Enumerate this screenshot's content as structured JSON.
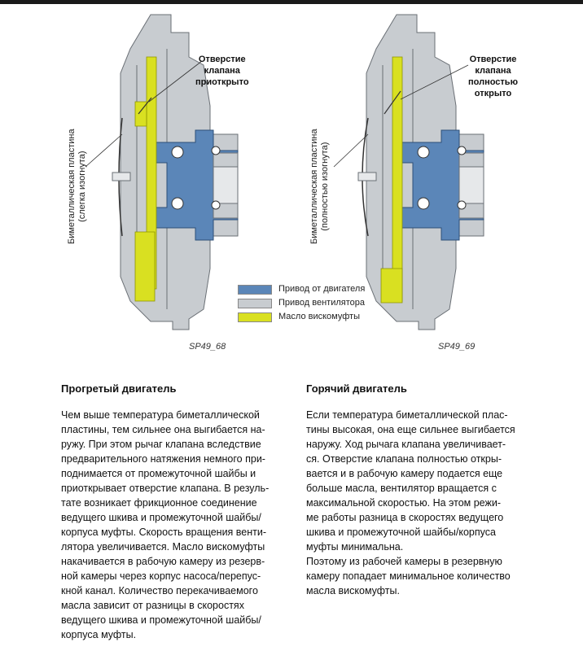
{
  "diagrams": {
    "left": {
      "side_label_line1": "Биметаллическая пластина",
      "side_label_line2": "(слегка изогнута)",
      "callout_lines": [
        "Отверстие",
        "клапана",
        "приоткрыто"
      ],
      "figure_id": "SP49_68"
    },
    "right": {
      "side_label_line1": "Биметаллическая пластина",
      "side_label_line2": "(полностью изогнута)",
      "callout_lines": [
        "Отверстие",
        "клапана",
        "полностью",
        "открыто"
      ],
      "figure_id": "SP49_69"
    },
    "legend": [
      {
        "label": "Привод от двигателя",
        "color": "#5b86b8"
      },
      {
        "label": "Привод вентилятора",
        "color": "#c8ccd0"
      },
      {
        "label": "Масло вискомуфты",
        "color": "#d9e021"
      }
    ]
  },
  "columns": {
    "left": {
      "heading": "Прогретый двигатель",
      "text": "Чем выше температура биметаллической\nпластины, тем сильнее она выгибается на-\nружу. При этом рычаг клапана вследствие\nпредварительного натяжения немного при-\nподнимается от промежуточной шайбы и\nприоткрывает отверстие клапана. В резуль-\nтате возникает фрикционное соединение\nведущего шкива и промежуточной шайбы/\nкорпуса муфты. Скорость вращения венти-\nлятора увеличивается. Масло вискомуфты\nнакачивается в рабочую камеру из резерв-\nной камеры через корпус насоса/перепус-\nкной канал. Количество перекачиваемого\nмасла зависит от разницы в скоростях\nведущего шкива и промежуточной шайбы/\nкорпуса муфты."
    },
    "right": {
      "heading": "Горячий двигатель",
      "text": "Если температура биметаллической плас-\nтины высокая, она еще сильнее выгибается\nнаружу. Ход рычага клапана увеличивает-\nся. Отверстие клапана полностью откры-\nвается и в рабочую камеру подается еще\nбольше масла, вентилятор вращается с\nмаксимальной скоростью. На этом режи-\nме работы разница в скоростях ведущего\nшкива и промежуточной шайбы/корпуса\nмуфты минимальна.\nПоэтому из рабочей камеры в резервную\nкамеру попадает минимальное количество\nмасла вискомуфты."
    }
  }
}
